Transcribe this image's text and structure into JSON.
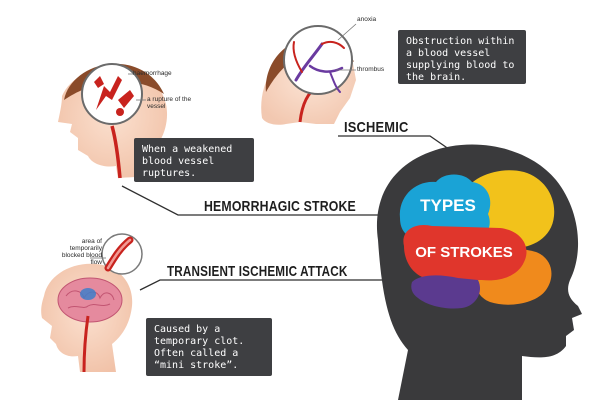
{
  "hub": {
    "line1": "TYPES",
    "line2": "OF STROKES"
  },
  "ischemic": {
    "heading": "ISCHEMIC",
    "description": "Obstruction within a blood vessel supplying blood to the brain.",
    "label_anoxia": "anoxia",
    "label_thrombus": "thrombus"
  },
  "hemorrhagic": {
    "heading": "HEMORRHAGIC STROKE",
    "description": "When a weakened blood vessel ruptures.",
    "label_haemorrhage": "haemorrhage",
    "label_rupture": "a rupture of the vessel"
  },
  "tia": {
    "heading": "TRANSIENT ISCHEMIC ATTACK",
    "description": "Caused by a temporary clot. Often called a “mini stroke”.",
    "label_blocked": "area of temporarily blocked blood flow"
  },
  "colors": {
    "box": "#3e3f42",
    "head": "#3a3a3c",
    "lobe_blue": "#1aa3d6",
    "lobe_yellow": "#f2c21b",
    "lobe_red": "#e0362c",
    "lobe_purple": "#5b3a8f",
    "lobe_orange": "#f08a1c",
    "artery": "#c8231e"
  }
}
